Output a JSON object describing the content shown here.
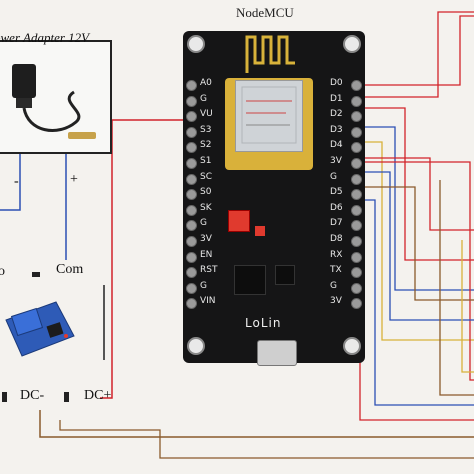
{
  "title": "NodeMCU",
  "adapter": {
    "label": "ower Adapter 12V",
    "minus": "-",
    "plus": "+"
  },
  "board": {
    "brand": "LoLin",
    "left_pins": [
      "A0",
      "G",
      "VU",
      "S3",
      "S2",
      "S1",
      "SC",
      "S0",
      "SK",
      "G",
      "3V",
      "EN",
      "RST",
      "G",
      "VIN"
    ],
    "right_pins": [
      "D0",
      "D1",
      "D2",
      "D3",
      "D4",
      "3V",
      "G",
      "D5",
      "D6",
      "D7",
      "D8",
      "RX",
      "TX",
      "G",
      "3V"
    ]
  },
  "relay": {
    "com_label": "Com",
    "no_label": "o",
    "dc_minus": "DC-",
    "dc_plus": "DC+"
  },
  "colors": {
    "board": "#151516",
    "red_wire": "#d2232a",
    "blue_wire": "#2b4fb4",
    "brown_wire": "#8a5a2b",
    "yellow_wire": "#d8b23a"
  }
}
